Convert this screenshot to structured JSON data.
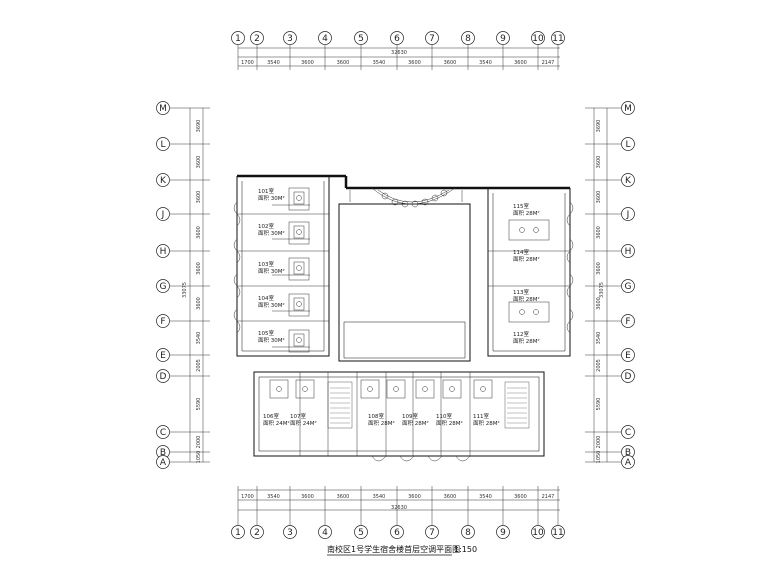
{
  "title": "南校区1号学生宿舍楼首层空调平面图",
  "scale": "1:150",
  "axes_x": [
    "1",
    "2",
    "3",
    "4",
    "5",
    "6",
    "7",
    "8",
    "9",
    "10",
    "11"
  ],
  "dims_x": [
    "1700",
    "3540",
    "3600",
    "3600",
    "3540",
    "3600",
    "3600",
    "3540",
    "3600",
    "2147"
  ],
  "total_x": "32630",
  "axes_y": [
    "M",
    "L",
    "K",
    "J",
    "H",
    "G",
    "F",
    "E",
    "D",
    "C",
    "B",
    "A"
  ],
  "dims_y": [
    "3690",
    "3600",
    "3600",
    "3600",
    "3600",
    "3600",
    "3540",
    "2005",
    "5590",
    "2000",
    "1050"
  ],
  "total_y": "33075",
  "rooms": [
    {
      "name": "101室",
      "area": "面积 30M²"
    },
    {
      "name": "102室",
      "area": "面积 30M²"
    },
    {
      "name": "103室",
      "area": "面积 30M²"
    },
    {
      "name": "104室",
      "area": "面积 30M²"
    },
    {
      "name": "105室",
      "area": "面积 30M²"
    },
    {
      "name": "106室",
      "area": "面积 24M²"
    },
    {
      "name": "107室",
      "area": "面积 24M²"
    },
    {
      "name": "108室",
      "area": "面积 28M²"
    },
    {
      "name": "109室",
      "area": "面积 28M²"
    },
    {
      "name": "110室",
      "area": "面积 28M²"
    },
    {
      "name": "111室",
      "area": "面积 28M²"
    },
    {
      "name": "112室",
      "area": "面积 28M²"
    },
    {
      "name": "113室",
      "area": "面积 28M²"
    },
    {
      "name": "114室",
      "area": "面积 28M²"
    },
    {
      "name": "115室",
      "area": "面积 28M²"
    }
  ],
  "colors": {
    "line": "#222222",
    "wall": "#000000",
    "paper": "#ffffff"
  }
}
